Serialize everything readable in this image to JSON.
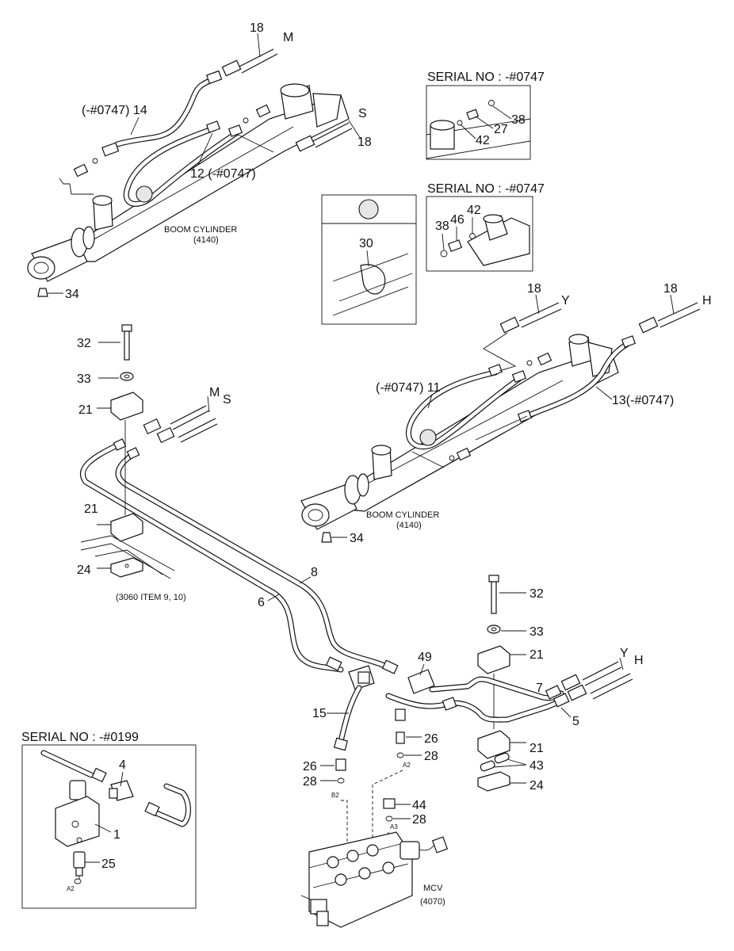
{
  "figure": {
    "boxes": {
      "serial_top": "SERIAL NO : -#0747",
      "serial_mid": "SERIAL NO : -#0747",
      "serial_bottom": "SERIAL NO : -#0199"
    },
    "components": {
      "boom_cylinder_top": "BOOM CYLINDER",
      "boom_cylinder_top_ref": "(4140)",
      "boom_cylinder_right": "BOOM CYLINDER",
      "boom_cylinder_right_ref": "(4140)",
      "mcv": "MCV",
      "mcv_ref": "(4070)",
      "ref_note": "(3060 ITEM 9, 10)"
    },
    "ports": {
      "M_top": "M",
      "S_top": "S",
      "M_mid": "M",
      "S_mid": "S",
      "Y_right": "Y",
      "H_right": "H",
      "Y_low": "Y",
      "H_low": "H",
      "A2_mid": "A2",
      "B2": "B2",
      "A3": "A3",
      "A2_box": "A2"
    },
    "callouts": {
      "c18_top": "18",
      "c14": "(-#0747) 14",
      "c12": "12 (-#0747)",
      "c18_s": "18",
      "c34_top": "34",
      "c38_a": "38",
      "c27": "27",
      "c42_a": "42",
      "c30": "30",
      "c38_b": "38",
      "c46": "46",
      "c42_b": "42",
      "c18_y": "18",
      "c18_h": "18",
      "c11": "(-#0747) 11",
      "c13": "13(-#0747)",
      "c34_right": "34",
      "c32_left": "32",
      "c33_left": "33",
      "c21_a": "21",
      "c21_b": "21",
      "c24_left": "24",
      "c8": "8",
      "c6": "6",
      "c32_right": "32",
      "c33_right": "33",
      "c21_c": "21",
      "c49": "49",
      "c7": "7",
      "c5": "5",
      "c15": "15",
      "c26_a": "26",
      "c28_a": "28",
      "c21_d": "21",
      "c43": "43",
      "c24_right": "24",
      "c26_b": "26",
      "c28_b": "28",
      "c44": "44",
      "c28_c": "28",
      "c4": "4",
      "c1": "1",
      "c25": "25"
    }
  }
}
